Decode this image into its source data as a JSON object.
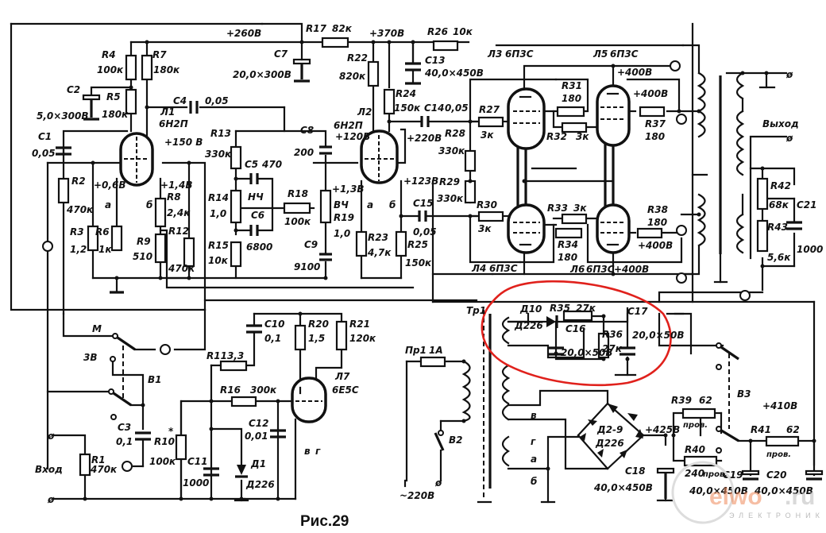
{
  "figure": {
    "caption": "Рис.29",
    "watermark": {
      "brand": "elwo",
      "tld": ".ru",
      "tagline": "ЭЛЕКТРОНИК"
    },
    "highlight_color": "#e0211c"
  },
  "rails": {
    "r260": "+260В",
    "r370": "+370В",
    "r400a": "+400В",
    "r400b": "+400В",
    "r400c": "+400В",
    "r400d": "+400В",
    "r220": "+220В",
    "r150": "+150 В",
    "r120": "+120В",
    "r123": "+123В",
    "r06": "+0,6В",
    "r14": "+1,4В",
    "r13": "+1,3В",
    "r425": "+425В",
    "r410": "+410В"
  },
  "tubes": [
    {
      "ref": "Л1",
      "type": "6Н2П"
    },
    {
      "ref": "Л2",
      "type": "6Н2П"
    },
    {
      "ref": "Л3",
      "type": "6П3С"
    },
    {
      "ref": "Л4",
      "type": "6П3С"
    },
    {
      "ref": "Л5",
      "type": "6П3С"
    },
    {
      "ref": "Л6",
      "type": "6П3С"
    },
    {
      "ref": "Л7",
      "type": "6Е5С"
    }
  ],
  "resistors": [
    {
      "ref": "R1",
      "value": "470к"
    },
    {
      "ref": "R2",
      "value": "470к"
    },
    {
      "ref": "R3",
      "value": "1,2"
    },
    {
      "ref": "R4",
      "value": "100к"
    },
    {
      "ref": "R5",
      "value": "180к"
    },
    {
      "ref": "R6",
      "value": "1к"
    },
    {
      "ref": "R7",
      "value": "180к"
    },
    {
      "ref": "R8",
      "value": "2,4к"
    },
    {
      "ref": "R9",
      "value": "510"
    },
    {
      "ref": "R10",
      "value": "100к",
      "mark": "*"
    },
    {
      "ref": "R11",
      "value": "3,3"
    },
    {
      "ref": "R12",
      "value": "470к"
    },
    {
      "ref": "R13",
      "value": "330к"
    },
    {
      "ref": "R14",
      "value": "1,0"
    },
    {
      "ref": "R15",
      "value": "10к"
    },
    {
      "ref": "R16",
      "value": "300к"
    },
    {
      "ref": "R17",
      "value": "82к"
    },
    {
      "ref": "R18",
      "value": "100к"
    },
    {
      "ref": "R19",
      "value": "1,0"
    },
    {
      "ref": "R20",
      "value": "1,5"
    },
    {
      "ref": "R21",
      "value": "120к"
    },
    {
      "ref": "R22",
      "value": "820к"
    },
    {
      "ref": "R23",
      "value": "4,7к"
    },
    {
      "ref": "R24",
      "value": "150к"
    },
    {
      "ref": "R25",
      "value": "150к"
    },
    {
      "ref": "R26",
      "value": "10к"
    },
    {
      "ref": "R27",
      "value": "3к"
    },
    {
      "ref": "R28",
      "value": "330к"
    },
    {
      "ref": "R29",
      "value": "330к"
    },
    {
      "ref": "R30",
      "value": "3к"
    },
    {
      "ref": "R31",
      "value": "180"
    },
    {
      "ref": "R32",
      "value": "3к"
    },
    {
      "ref": "R33",
      "value": "3к"
    },
    {
      "ref": "R34",
      "value": "180"
    },
    {
      "ref": "R35",
      "value": "27к"
    },
    {
      "ref": "R36",
      "value": "27к"
    },
    {
      "ref": "R37",
      "value": "180"
    },
    {
      "ref": "R38",
      "value": "180"
    },
    {
      "ref": "R39",
      "value": "62",
      "note": "пров."
    },
    {
      "ref": "R40",
      "value": "240",
      "note": "пров."
    },
    {
      "ref": "R41",
      "value": "62",
      "note": "пров."
    },
    {
      "ref": "R42",
      "value": "68к"
    },
    {
      "ref": "R43",
      "value": "5,6к"
    }
  ],
  "capacitors": [
    {
      "ref": "C1",
      "value": "0,05"
    },
    {
      "ref": "C2",
      "value": "5,0×300В"
    },
    {
      "ref": "C3",
      "value": "0,1"
    },
    {
      "ref": "C4",
      "value": "0,05"
    },
    {
      "ref": "C5",
      "value": "470"
    },
    {
      "ref": "C6",
      "value": "6800"
    },
    {
      "ref": "C7",
      "value": "20,0×300В"
    },
    {
      "ref": "C8",
      "value": "200"
    },
    {
      "ref": "C9",
      "value": "9100"
    },
    {
      "ref": "C10",
      "value": "0,1"
    },
    {
      "ref": "C11",
      "value": "1000"
    },
    {
      "ref": "C12",
      "value": "0,01"
    },
    {
      "ref": "C13",
      "value": "40,0×450В"
    },
    {
      "ref": "C14",
      "value": "0,05"
    },
    {
      "ref": "C15",
      "value": "0,05"
    },
    {
      "ref": "C16",
      "value": "20,0×50В"
    },
    {
      "ref": "C17",
      "value": "20,0×50В"
    },
    {
      "ref": "C18",
      "value": "40,0×450В"
    },
    {
      "ref": "C19",
      "value": "40,0×450В"
    },
    {
      "ref": "C20",
      "value": "40,0×450В"
    },
    {
      "ref": "C21",
      "value": "1000"
    }
  ],
  "diodes": [
    {
      "ref": "Д1",
      "type": "Д226"
    },
    {
      "ref": "Д10",
      "type": "Д226"
    },
    {
      "ref": "Д2-9",
      "type": "Д226"
    }
  ],
  "misc": {
    "tone_label": "НЧ",
    "treble_label": "ВЧ",
    "switch_m": "М",
    "switch_3v": "3В",
    "switch_b1": "В1",
    "switch_b2": "В2",
    "switch_b3": "В3",
    "input_label": "Вход",
    "output_label": "Выход",
    "transformer": "Тр1",
    "fuse": "Пр1",
    "fuse_rating": "1А",
    "mains": "~220В",
    "pin_a": "а",
    "pin_b": "б",
    "pin_v": "в",
    "pin_g": "г"
  }
}
